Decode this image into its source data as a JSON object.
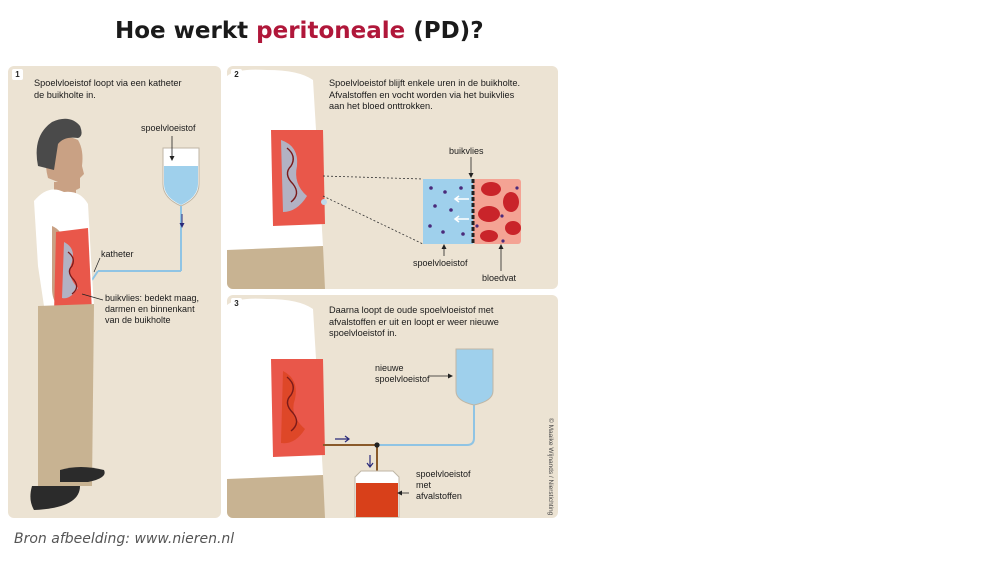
{
  "title": {
    "prefix": "Hoe werkt ",
    "highlight": "peritoneale",
    "suffix": " (PD)?"
  },
  "source": "Bron afbeelding: www.nieren.nl",
  "credit": "© Maaike Wijnands / Nierstichting",
  "colors": {
    "title_accent": "#b0173a",
    "panel_bg": "#ece3d3",
    "dialysate_blue": "#9fd0ec",
    "waste_red": "#d8401a",
    "body_red": "#e9574a"
  },
  "panels": [
    {
      "number": "1",
      "text_lines": [
        "Spoelvloeistof loopt via een katheter",
        "de buikholte in."
      ],
      "labels": {
        "bag": "spoelvloeistof",
        "catheter": "katheter",
        "peritoneum_lines": [
          "buikvlies: bedekt maag,",
          "darmen en binnenkant",
          "van de buikholte"
        ]
      }
    },
    {
      "number": "2",
      "text_lines": [
        "Spoelvloeistof blijft enkele uren in de buikholte.",
        "Afvalstoffen en vocht worden via het buikvlies",
        "aan het bloed onttrokken."
      ],
      "labels": {
        "membrane": "buikvlies",
        "fluid": "spoelvloeistof",
        "vessel": "bloedvat"
      }
    },
    {
      "number": "3",
      "text_lines": [
        "Daarna loopt de oude spoelvloeistof met",
        "afvalstoffen er uit en loopt er weer nieuwe",
        "spoelvloeistof in."
      ],
      "labels": {
        "new_fluid_lines": [
          "nieuwe",
          "spoelvloeistof"
        ],
        "waste_lines": [
          "spoelvloeistof",
          "met",
          "afvalstoffen"
        ]
      }
    }
  ]
}
